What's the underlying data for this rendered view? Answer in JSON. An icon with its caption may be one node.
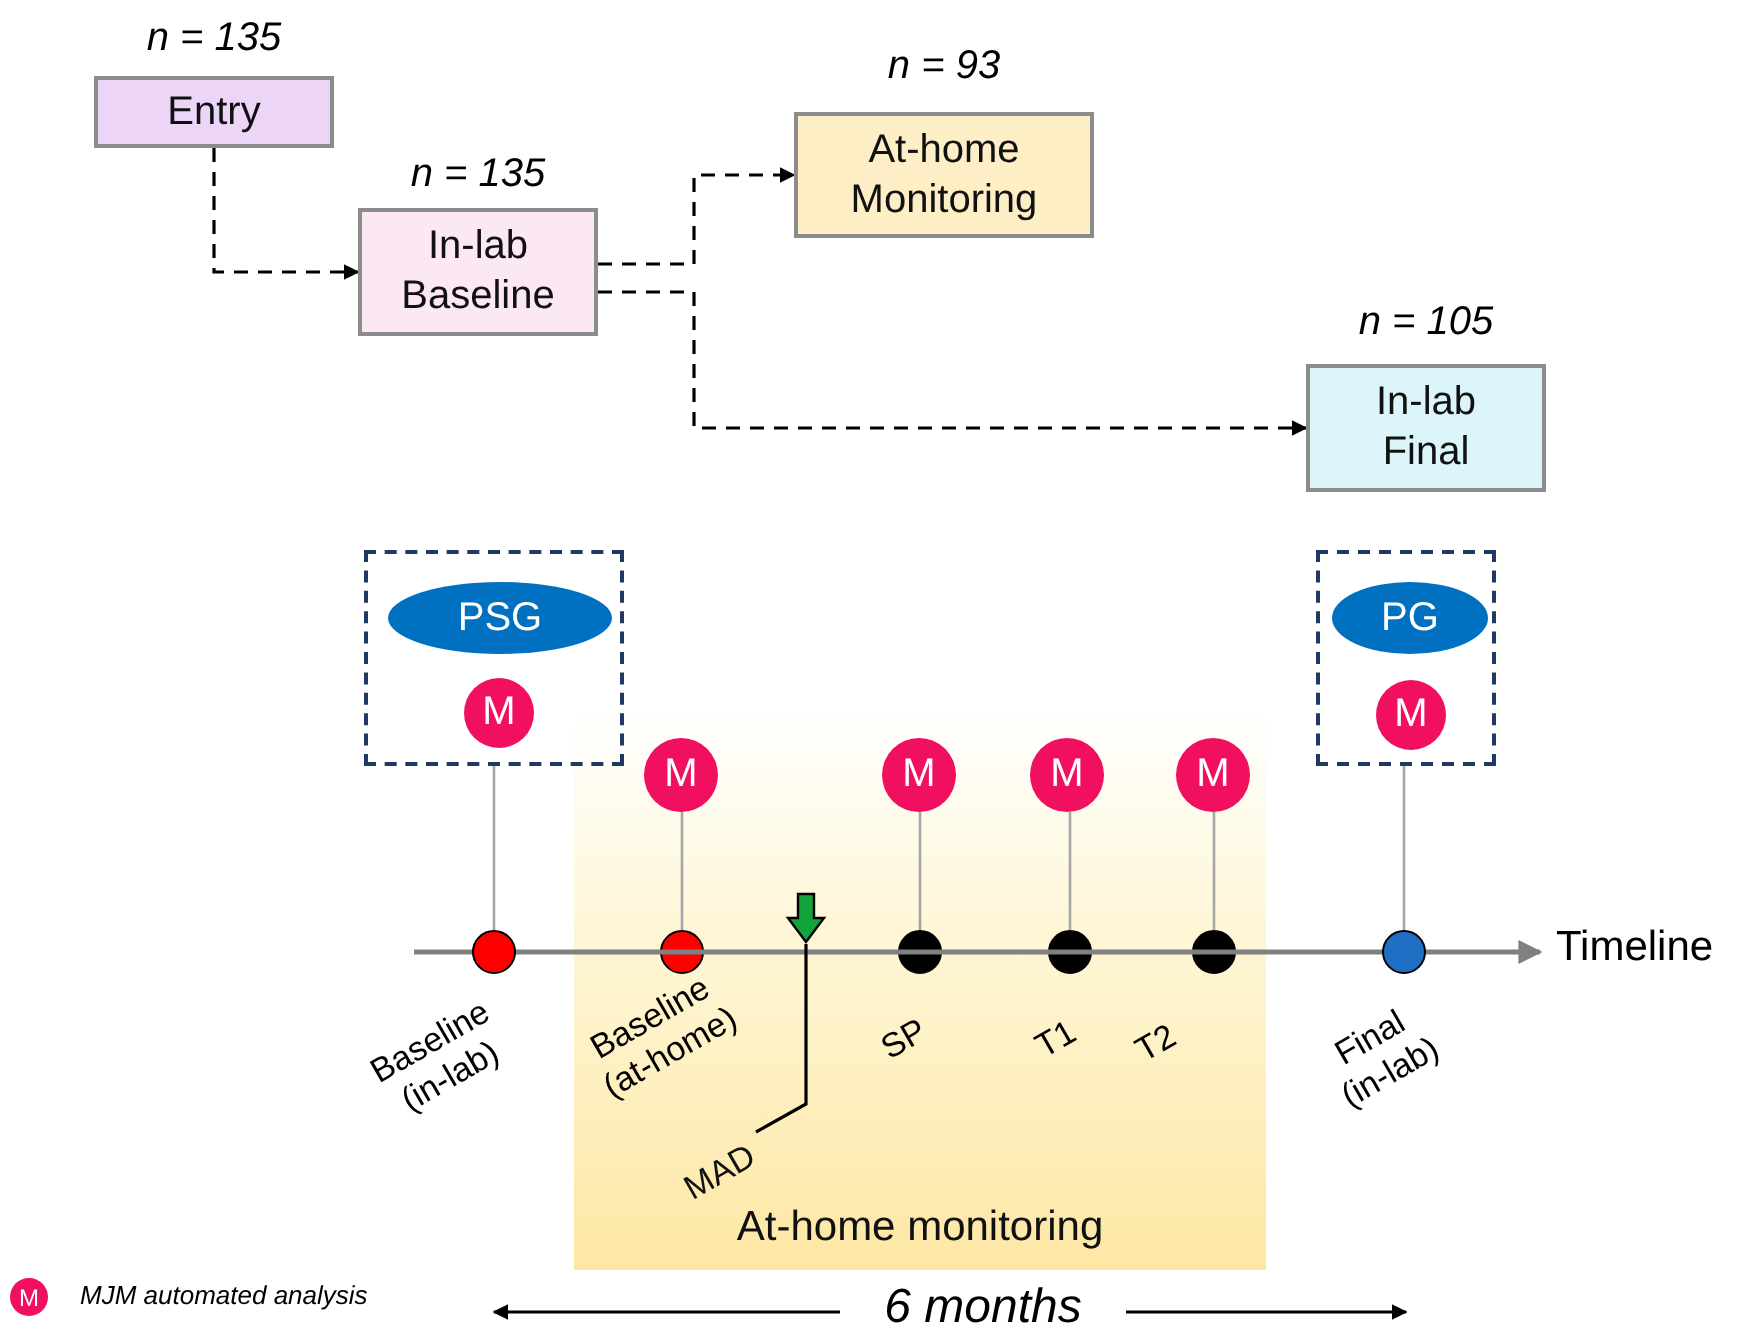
{
  "diagram": {
    "nodes": [
      {
        "text": [
          "Entry"
        ],
        "beside": [
          "n = 135"
        ]
      },
      {
        "text": [
          "In-lab Baseline"
        ],
        "beside": [
          "n = 135"
        ]
      },
      {
        "text": [
          "At-home Monitoring"
        ],
        "beside": [
          "n = 93"
        ]
      },
      {
        "text": [
          "In-lab Final"
        ],
        "beside": [
          "n = 105"
        ]
      },
      {
        "text": [],
        "shape": "box"
      },
      {
        "text": [
          "PSG"
        ],
        "in": 4
      },
      {
        "text": [
          "M"
        ],
        "in": 4
      },
      {
        "text": [],
        "shape": "box"
      },
      {
        "text": [
          "PG"
        ],
        "in": 7
      },
      {
        "text": [
          "M"
        ],
        "in": 7
      },
      {
        "text": [
          "M"
        ],
        "in": 22
      },
      {
        "text": [
          "M"
        ],
        "in": 22
      },
      {
        "text": [
          "M"
        ],
        "in": 22
      },
      {
        "text": [
          "M"
        ],
        "in": 22
      },
      {
        "text": [],
        "shape": "circle",
        "beside": [
          "Baseline (in-lab)"
        ]
      },
      {
        "text": [],
        "shape": "circle",
        "beside": [
          "Baseline (at-home)"
        ],
        "in": 22
      },
      {
        "text": [],
        "shape": "circle",
        "beside": [
          "SP"
        ],
        "in": 22
      },
      {
        "text": [],
        "shape": "circle",
        "beside": [
          "T1"
        ],
        "in": 22
      },
      {
        "text": [],
        "shape": "circle",
        "beside": [
          "T2"
        ],
        "in": 22
      },
      {
        "text": [],
        "shape": "circle",
        "beside": [
          "Final (in-lab)"
        ]
      },
      {
        "text": [
          "MAD"
        ],
        "in": 22
      },
      {
        "text": [],
        "shape": "arrow",
        "in": 22
      },
      {
        "text": [
          "At-home monitoring"
        ]
      }
    ],
    "edges": [
      {
        "from": 0,
        "to": 1,
        "arrow": "to",
        "style": "dashed",
        "color": "#000000"
      },
      {
        "from": 1,
        "to": 2,
        "arrow": "to",
        "style": "dashed",
        "color": "#000000"
      },
      {
        "from": 1,
        "to": 3,
        "arrow": "to",
        "style": "dashed",
        "color": "#000000"
      },
      {
        "from": 4,
        "to": 14,
        "arrow": "none"
      },
      {
        "from": 10,
        "to": 15,
        "arrow": "none"
      },
      {
        "from": 11,
        "to": 16,
        "arrow": "none"
      },
      {
        "from": 12,
        "to": 17,
        "arrow": "none"
      },
      {
        "from": 13,
        "to": 18,
        "arrow": "none"
      },
      {
        "from": 7,
        "to": 19,
        "arrow": "none"
      },
      {
        "from": 20,
        "to": 21,
        "arrow": "none",
        "color": "#000000"
      }
    ],
    "labels": [
      "Timeline",
      "M",
      "6 months"
    ],
    "legend": [
      {
        "text": "MJM automated analysis"
      }
    ]
  }
}
